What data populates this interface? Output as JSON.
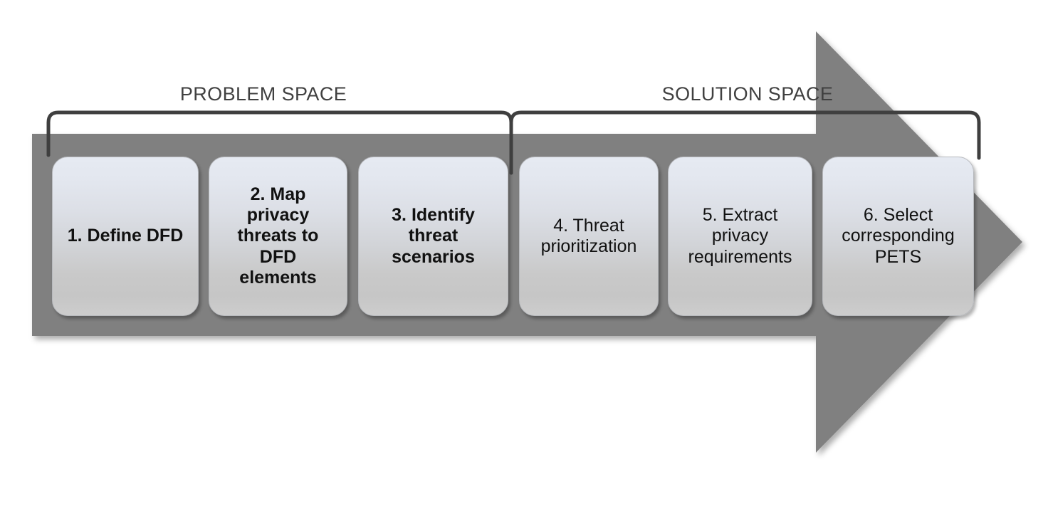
{
  "diagram": {
    "title": "Privacy threat modeling methodology process arrow",
    "background_color": "#ffffff",
    "arrow_color": "#808080",
    "bracket_color": "#3f3f3f",
    "label_color": "#404040",
    "box_gradient_top": "#e6eaf2",
    "box_gradient_bottom": "#c6c6c6",
    "box_border_color": "#b7b9bd"
  },
  "phases": [
    {
      "label": "PROBLEM SPACE"
    },
    {
      "label": "SOLUTION SPACE"
    }
  ],
  "steps": [
    {
      "text": "1. Define DFD",
      "weight": "bold"
    },
    {
      "text": "2. Map\nprivacy\nthreats to\nDFD\nelements",
      "weight": "bold"
    },
    {
      "text": "3. Identify\nthreat\nscenarios",
      "weight": "bold"
    },
    {
      "text": "4. Threat\nprioritization",
      "weight": "regular"
    },
    {
      "text": "5. Extract\nprivacy\nrequirements",
      "weight": "regular"
    },
    {
      "text": "6. Select\ncorresponding\nPETS",
      "weight": "regular"
    }
  ]
}
